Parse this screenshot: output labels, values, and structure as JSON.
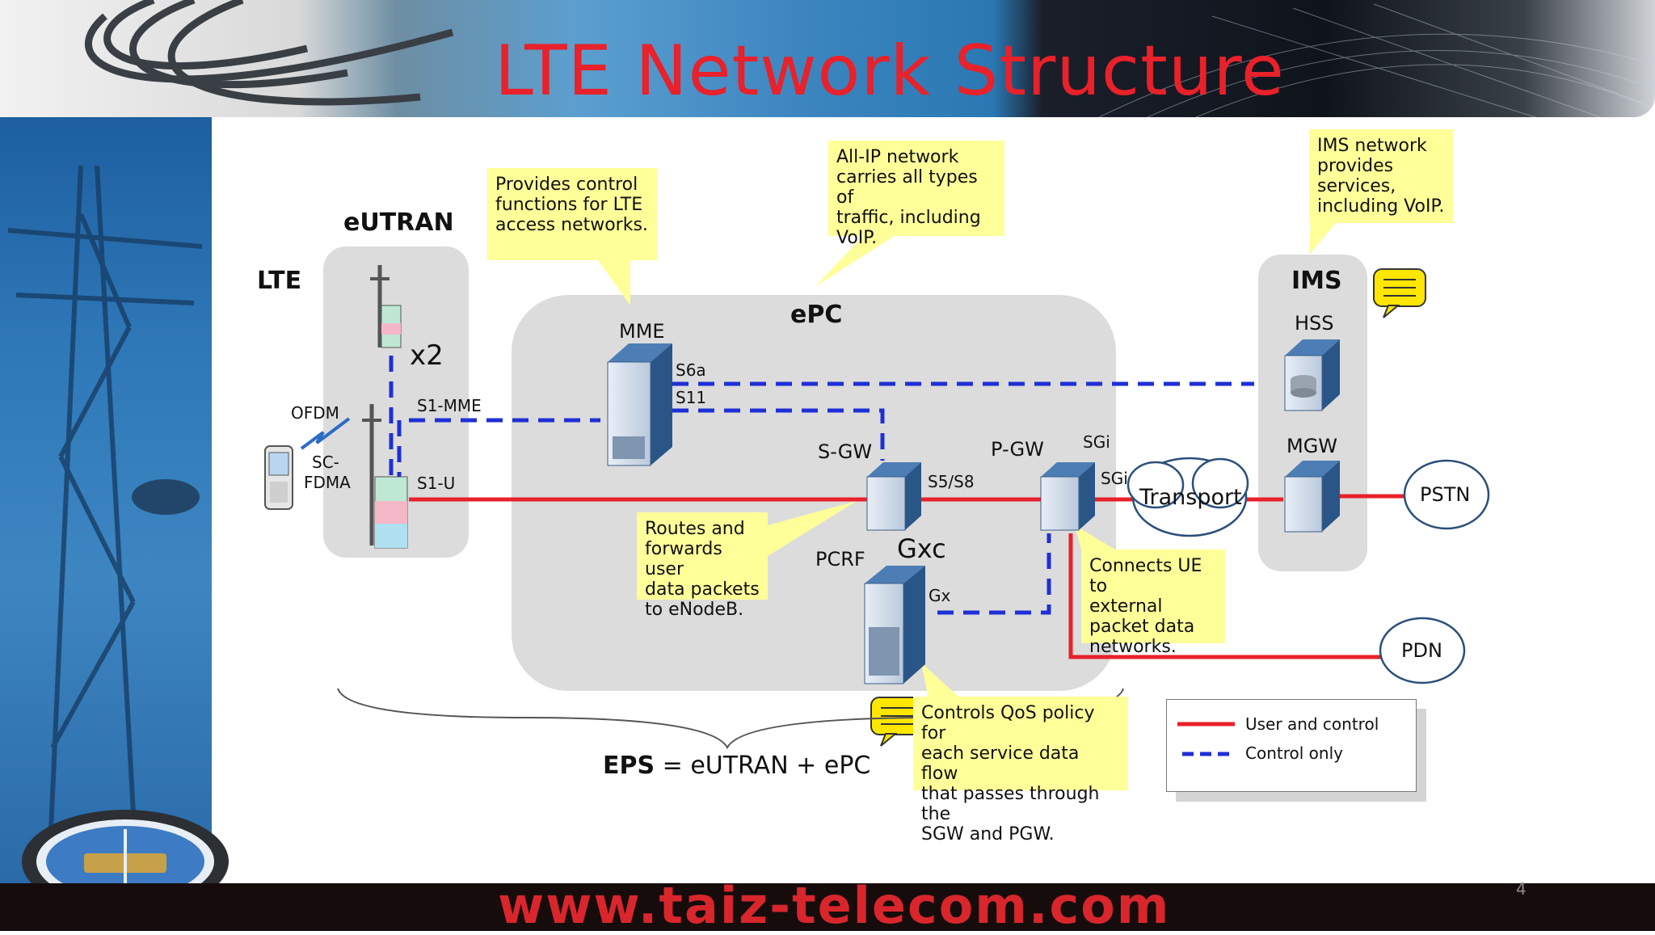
{
  "slide": {
    "title": "LTE Network Structure",
    "footer_url": "www.taiz-telecom.com",
    "page_number": "4"
  },
  "diagram": {
    "lte_label": "LTE",
    "eutran_label": "eUTRAN",
    "epc_label": "ePC",
    "ims_label": "IMS",
    "x2_label": "x2",
    "ofdm_label": "OFDM",
    "scfdma_line1": "SC-",
    "scfdma_line2": "FDMA",
    "s1mme_label": "S1-MME",
    "s1u_label": "S1-U",
    "mme_label": "MME",
    "s6a_label": "S6a",
    "s11_label": "S11",
    "sgw_label": "S-GW",
    "s5s8_label": "S5/S8",
    "pgw_label": "P-GW",
    "sgi_top_label": "SGi",
    "sgi_label": "SGi",
    "pcrf_label": "PCRF",
    "gxc_label": "Gxc",
    "gx_label": "Gx",
    "hss_label": "HSS",
    "mgw_label": "MGW",
    "transport_label": "Transport",
    "pstn_label": "PSTN",
    "pdn_label": "PDN",
    "eps_bold": "EPS",
    "eps_rest": "= eUTRAN + ePC"
  },
  "callouts": {
    "mme": [
      "Provides control",
      "functions for LTE",
      "access networks."
    ],
    "allip": [
      "All-IP network",
      "carries all types of",
      "traffic, including",
      "VoIP."
    ],
    "ims": [
      "IMS network",
      "provides",
      "services,",
      "including VoIP."
    ],
    "sgw": [
      "Routes and",
      "forwards user",
      "data packets",
      "to eNodeB."
    ],
    "pgw": [
      "Connects UE to",
      "external",
      "packet data",
      "networks."
    ],
    "pcrf": [
      "Controls QoS policy for",
      "each service data flow",
      "that passes through the",
      "SGW and PGW."
    ]
  },
  "legend": {
    "user_control": "User and control",
    "control_only": "Control only"
  },
  "colors": {
    "user_line": "#e8212a",
    "control_line": "#1f2fd6",
    "callout_bg": "#ffff99",
    "zone_bg": "#dcdcdc"
  }
}
